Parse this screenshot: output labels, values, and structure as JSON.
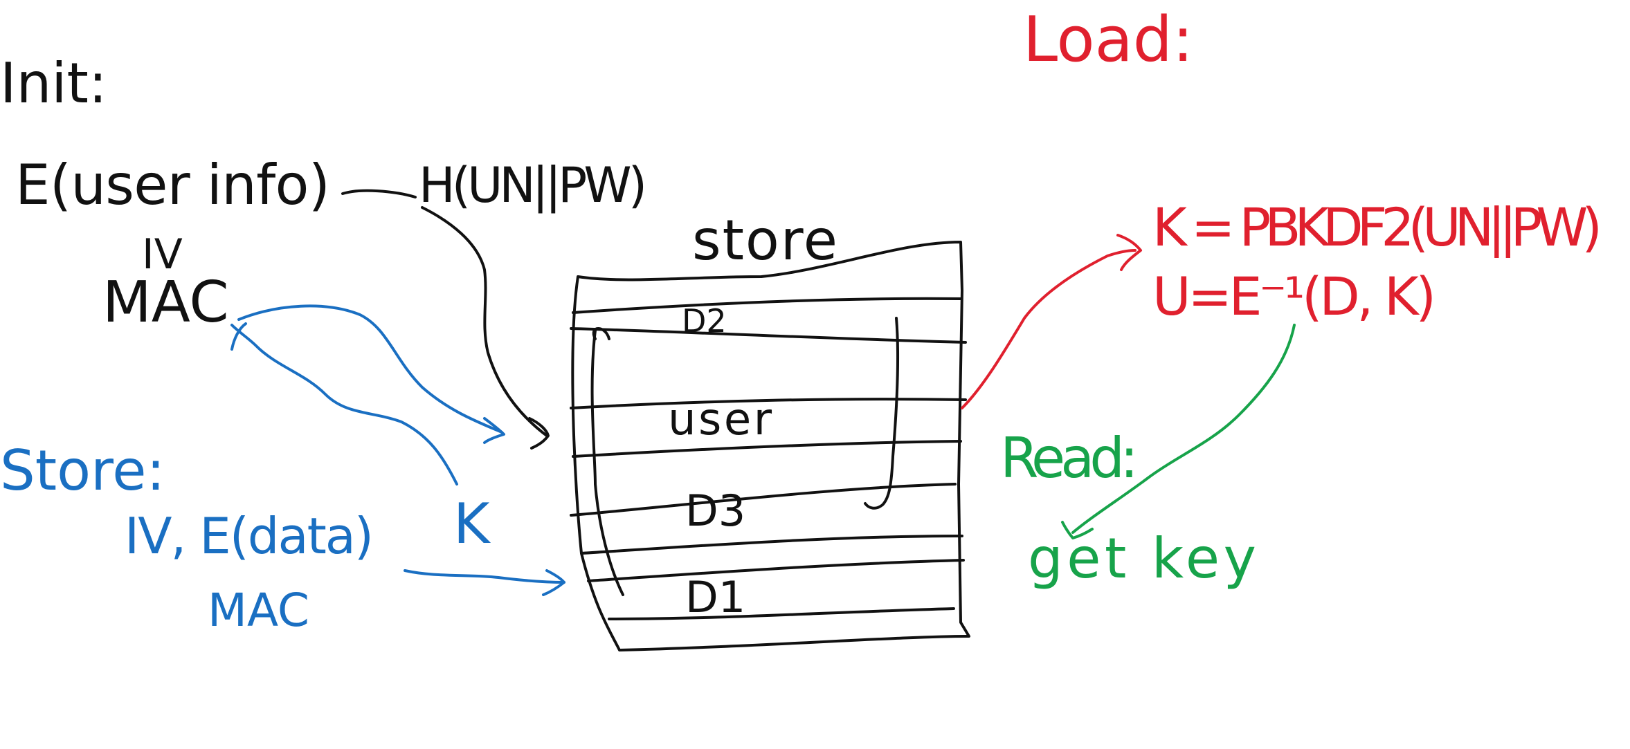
{
  "colors": {
    "black": "#111111",
    "blue": "#1a6fc2",
    "red": "#e0202e",
    "green": "#17a34a"
  },
  "init": {
    "heading": "Init:",
    "enc_user_info": "E(user info)",
    "hash": "H(UN||PW)",
    "iv": "IV",
    "mac": "MAC"
  },
  "store_section": {
    "heading": "Store:",
    "line1": "IV, E(data)",
    "mac": "MAC",
    "key": "K"
  },
  "storage": {
    "label": "store",
    "rows": [
      "D2",
      "user",
      "D3",
      "D1"
    ]
  },
  "load": {
    "heading": "Load:",
    "line1": "K = PBKDF2(UN||PW)",
    "line2": "U=E⁻¹(D, K)"
  },
  "read": {
    "heading": "Read:",
    "line1": "get key"
  }
}
